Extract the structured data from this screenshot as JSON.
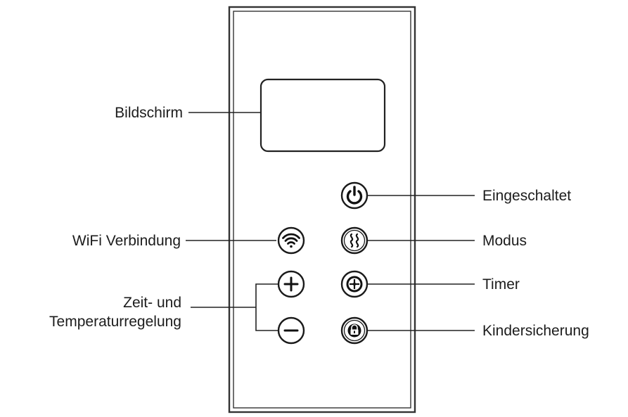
{
  "labels": {
    "screen": "Bildschirm",
    "power": "Eingeschaltet",
    "wifi": "WiFi Verbindung",
    "mode": "Modus",
    "timer": "Timer",
    "child_lock": "Kindersicherung",
    "time_temp_line1": "Zeit- und",
    "time_temp_line2": "Temperaturregelung"
  },
  "buttons": [
    {
      "id": "power",
      "icon": "power-icon"
    },
    {
      "id": "wifi",
      "icon": "wifi-icon"
    },
    {
      "id": "mode",
      "icon": "heat-waves-icon"
    },
    {
      "id": "plus",
      "icon": "plus-icon"
    },
    {
      "id": "timer",
      "icon": "clock-icon"
    },
    {
      "id": "minus",
      "icon": "minus-icon"
    },
    {
      "id": "child_lock",
      "icon": "lock-icon"
    }
  ]
}
